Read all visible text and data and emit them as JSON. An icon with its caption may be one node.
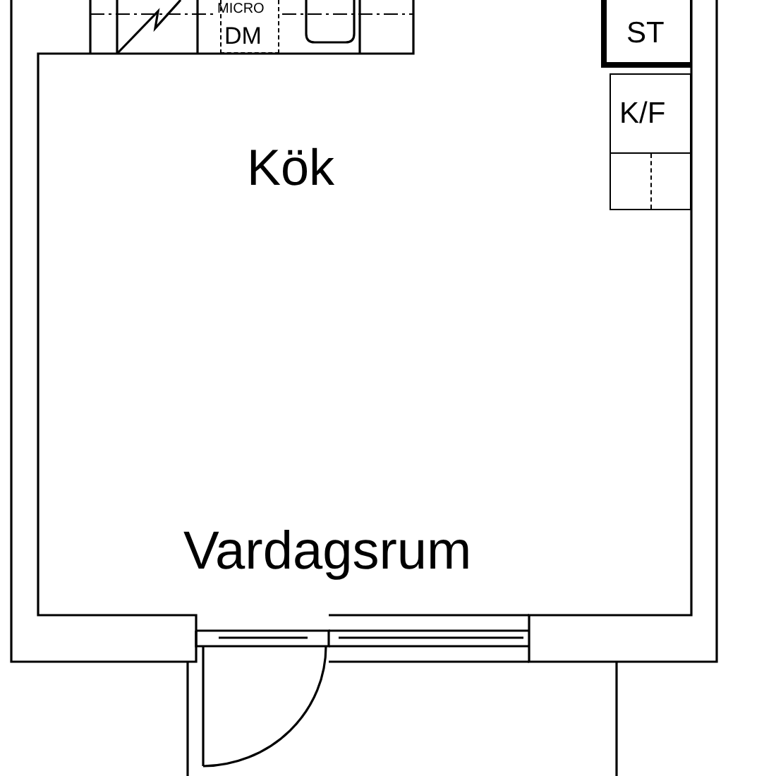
{
  "diagram": {
    "nodes": [
      {
        "text": [
          "Kök",
          "Vardagsrum"
        ]
      },
      {
        "text": [
          "MICRO",
          "DM"
        ]
      },
      {
        "text": [
          "ST"
        ]
      },
      {
        "text": [
          "K/F"
        ]
      },
      {
        "text": [],
        "shape": "box"
      }
    ]
  }
}
